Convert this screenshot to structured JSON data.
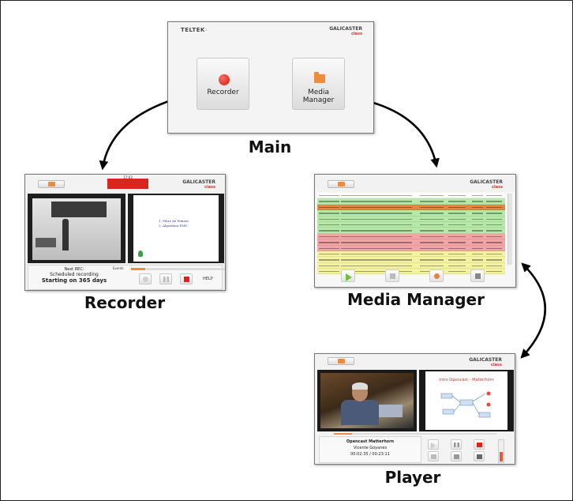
{
  "nodes": {
    "main": {
      "caption": "Main",
      "brand": "TELTEK",
      "logo": "GALICASTER",
      "logo_sub": "class",
      "recorder_button": "Recorder",
      "media_manager_button": "Media Manager"
    },
    "recorder": {
      "caption": "Recorder",
      "timer": "17:03",
      "logo": "GALICASTER",
      "logo_sub": "class",
      "slide_lines": [
        "1. Fibre de Winner",
        "2. Algoritmo PMS"
      ],
      "next_rec_label": "Next REC:",
      "scheduled_label": "Scheduled recording",
      "starting_label": "Starting on 365 days",
      "events_label": "Events",
      "events_progress": 0.15,
      "help_label": "HELP"
    },
    "media_manager": {
      "caption": "Media Manager",
      "row_colors": [
        "#ffffff",
        "#b6e8a8",
        "#e9843c",
        "#b6e8a8",
        "#b6e8a8",
        "#b6e8a8",
        "#b6e8a8",
        "#f3a5a5",
        "#f3a5a5",
        "#f3a5a5",
        "#f6f3a0",
        "#f6f3a0",
        "#f6f3a0",
        "#f6f3a0"
      ]
    },
    "player": {
      "caption": "Player",
      "logo": "GALICASTER",
      "logo_sub": "class",
      "slide_title": "Intro Opencast - Matterhorn",
      "title": "Opencast Matterhorn",
      "author": "Vicente Goyanes",
      "time": "00:02:35 / 00:23:11",
      "progress": 0.11
    }
  },
  "colors": {
    "accent_orange": "#f08a3c",
    "record_red": "#d9251c",
    "arrow": "#000000"
  }
}
